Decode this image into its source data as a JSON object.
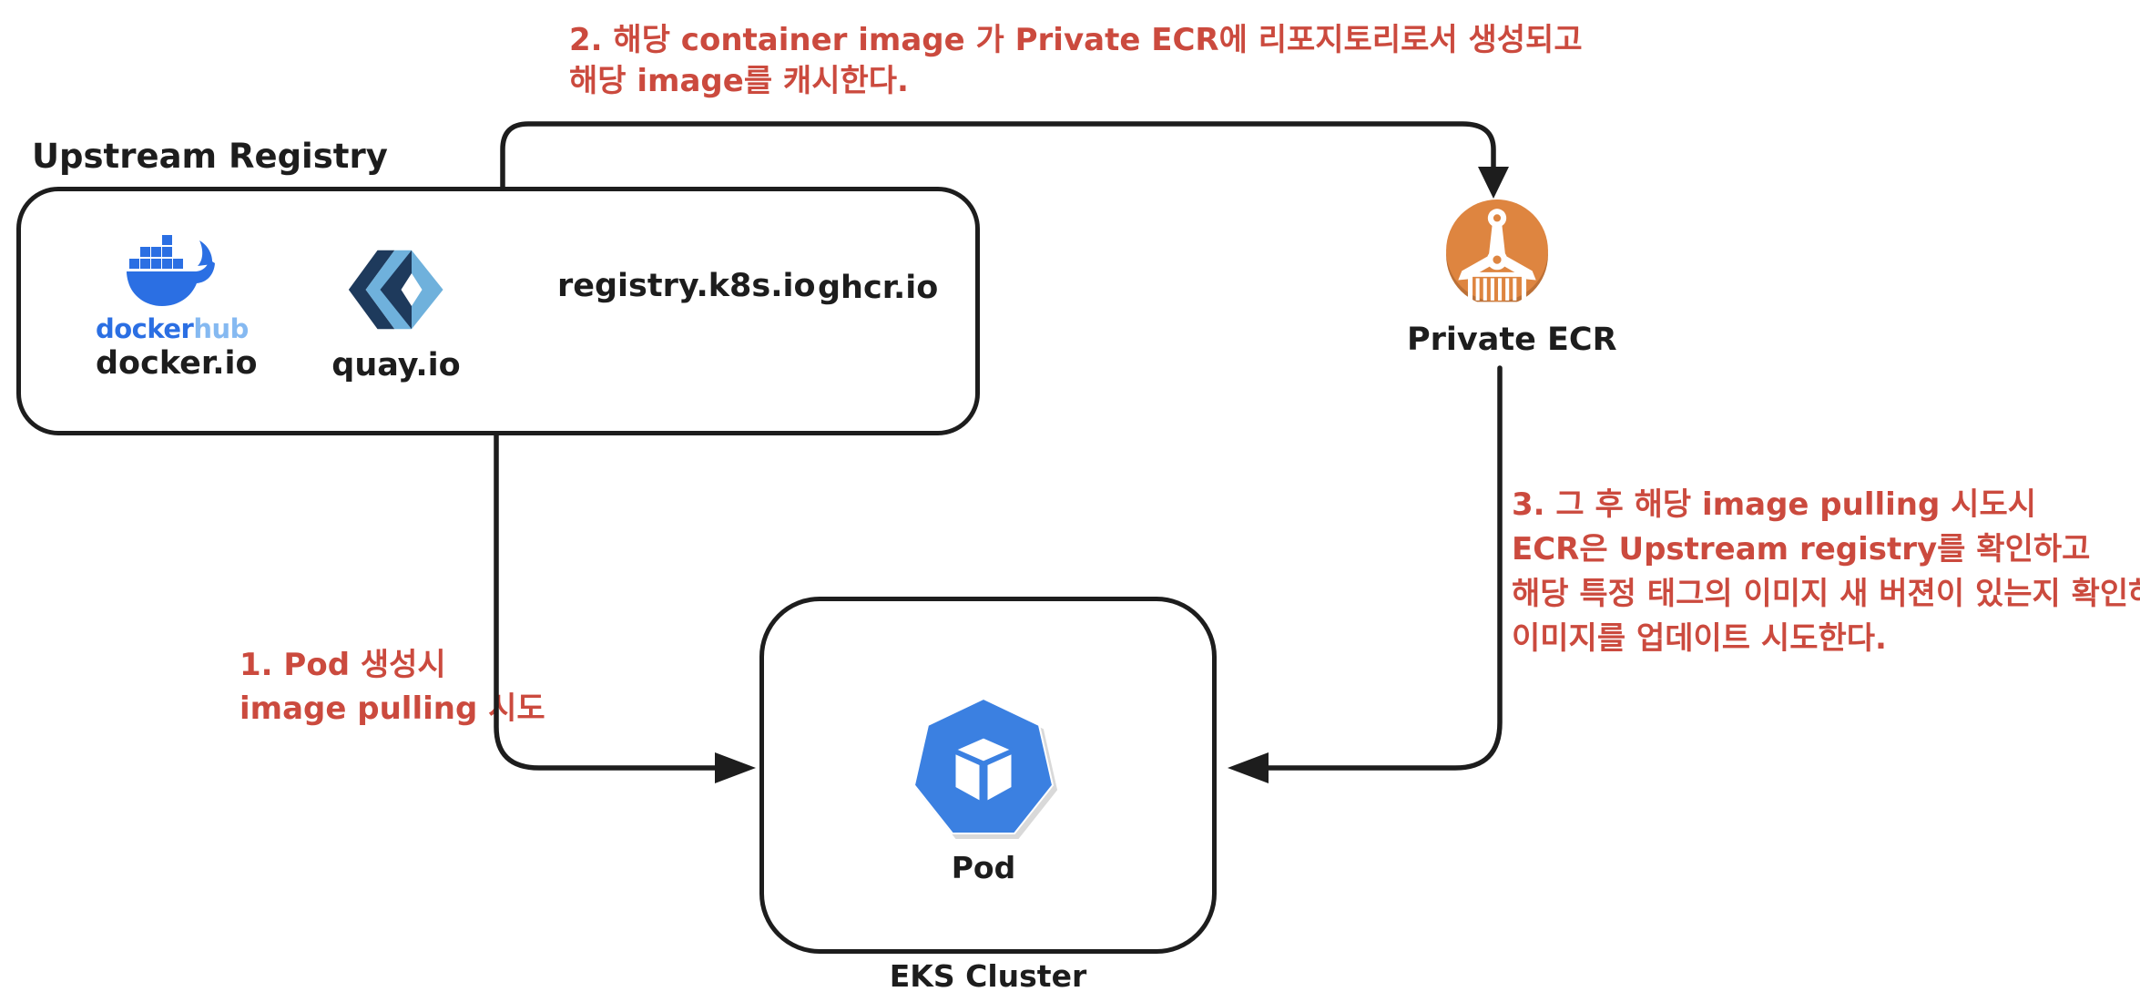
{
  "colors": {
    "ink": "#1d1d1d",
    "annotation_red": "#cb4a3e",
    "docker_blue": "#2b6fe3",
    "docker_hub_light": "#85b9f1",
    "quay_dark": "#1e3a5c",
    "quay_light": "#6fb1dc",
    "ecr_orange": "#de8540",
    "ecr_orange_shadow": "#bc7036",
    "pod_blue": "#3b80e1",
    "white": "#ffffff"
  },
  "upstream_registry": {
    "title": "Upstream Registry",
    "items": {
      "docker": {
        "wordmark_docker": "docker",
        "wordmark_hub": "hub",
        "label": "docker.io"
      },
      "quay": {
        "label": "quay.io"
      },
      "k8s": {
        "label": "registry.k8s.io"
      },
      "ghcr": {
        "label": "ghcr.io"
      }
    }
  },
  "private_ecr": {
    "label": "Private ECR"
  },
  "eks_cluster": {
    "label": "EKS Cluster",
    "pod_label": "Pod"
  },
  "annotations": {
    "step1": {
      "lines": [
        "1. Pod 생성시",
        "image pulling 시도"
      ]
    },
    "step2": {
      "lines": [
        "2. 해당 container image 가 Private ECR에 리포지토리로서 생성되고",
        "해당 image를 캐시한다."
      ]
    },
    "step3": {
      "lines": [
        "3. 그 후 해당 image pulling 시도시",
        "ECR은 Upstream registry를 확인하고",
        "해당 특정 태그의 이미지 새 버젼이 있는지 확인하고",
        "이미지를 업데이트 시도한다."
      ]
    }
  }
}
